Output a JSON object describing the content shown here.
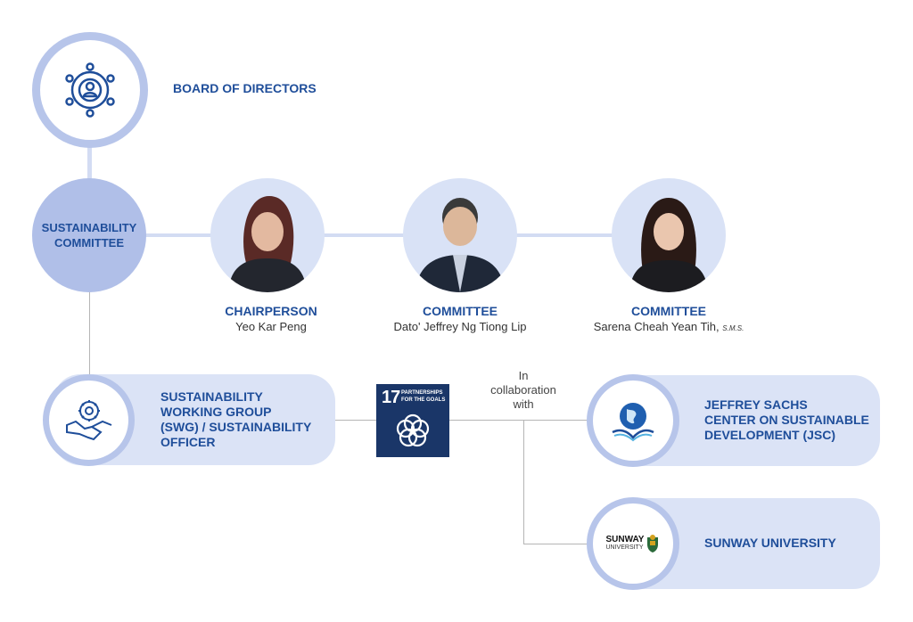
{
  "board": {
    "title": "BOARD OF DIRECTORS",
    "icon": "network-person-icon"
  },
  "committee": {
    "title_line1": "SUSTAINABILITY",
    "title_line2": "COMMITTEE"
  },
  "members": [
    {
      "role": "CHAIRPERSON",
      "name": "Yeo Kar Peng",
      "suffix": ""
    },
    {
      "role": "COMMITTEE",
      "name": "Dato' Jeffrey Ng Tiong Lip",
      "suffix": ""
    },
    {
      "role": "COMMITTEE",
      "name": "Sarena Cheah Yean Tih,",
      "suffix": "S.M.S."
    }
  ],
  "swg": {
    "lines": [
      "SUSTAINABILITY",
      "WORKING GROUP",
      "(SWG) / SUSTAINABILITY",
      "OFFICER"
    ],
    "icon": "gear-handshake-icon"
  },
  "sdg": {
    "number": "17",
    "line1": "PARTNERSHIPS",
    "line2": "FOR THE GOALS"
  },
  "collab": {
    "lines": [
      "In",
      "collaboration",
      "with"
    ]
  },
  "jsc": {
    "lines": [
      "JEFFREY SACHS",
      "CENTER ON SUSTAINABLE",
      "DEVELOPMENT (JSC)"
    ]
  },
  "sunway": {
    "title": "SUNWAY UNIVERSITY",
    "logo_line1": "SUNWAY",
    "logo_line2": "UNIVERSITY"
  },
  "colors": {
    "brand": "#1f4e9a",
    "ring": "#b7c5ea",
    "pill": "#dbe3f6",
    "sdg": "#1a3668"
  }
}
